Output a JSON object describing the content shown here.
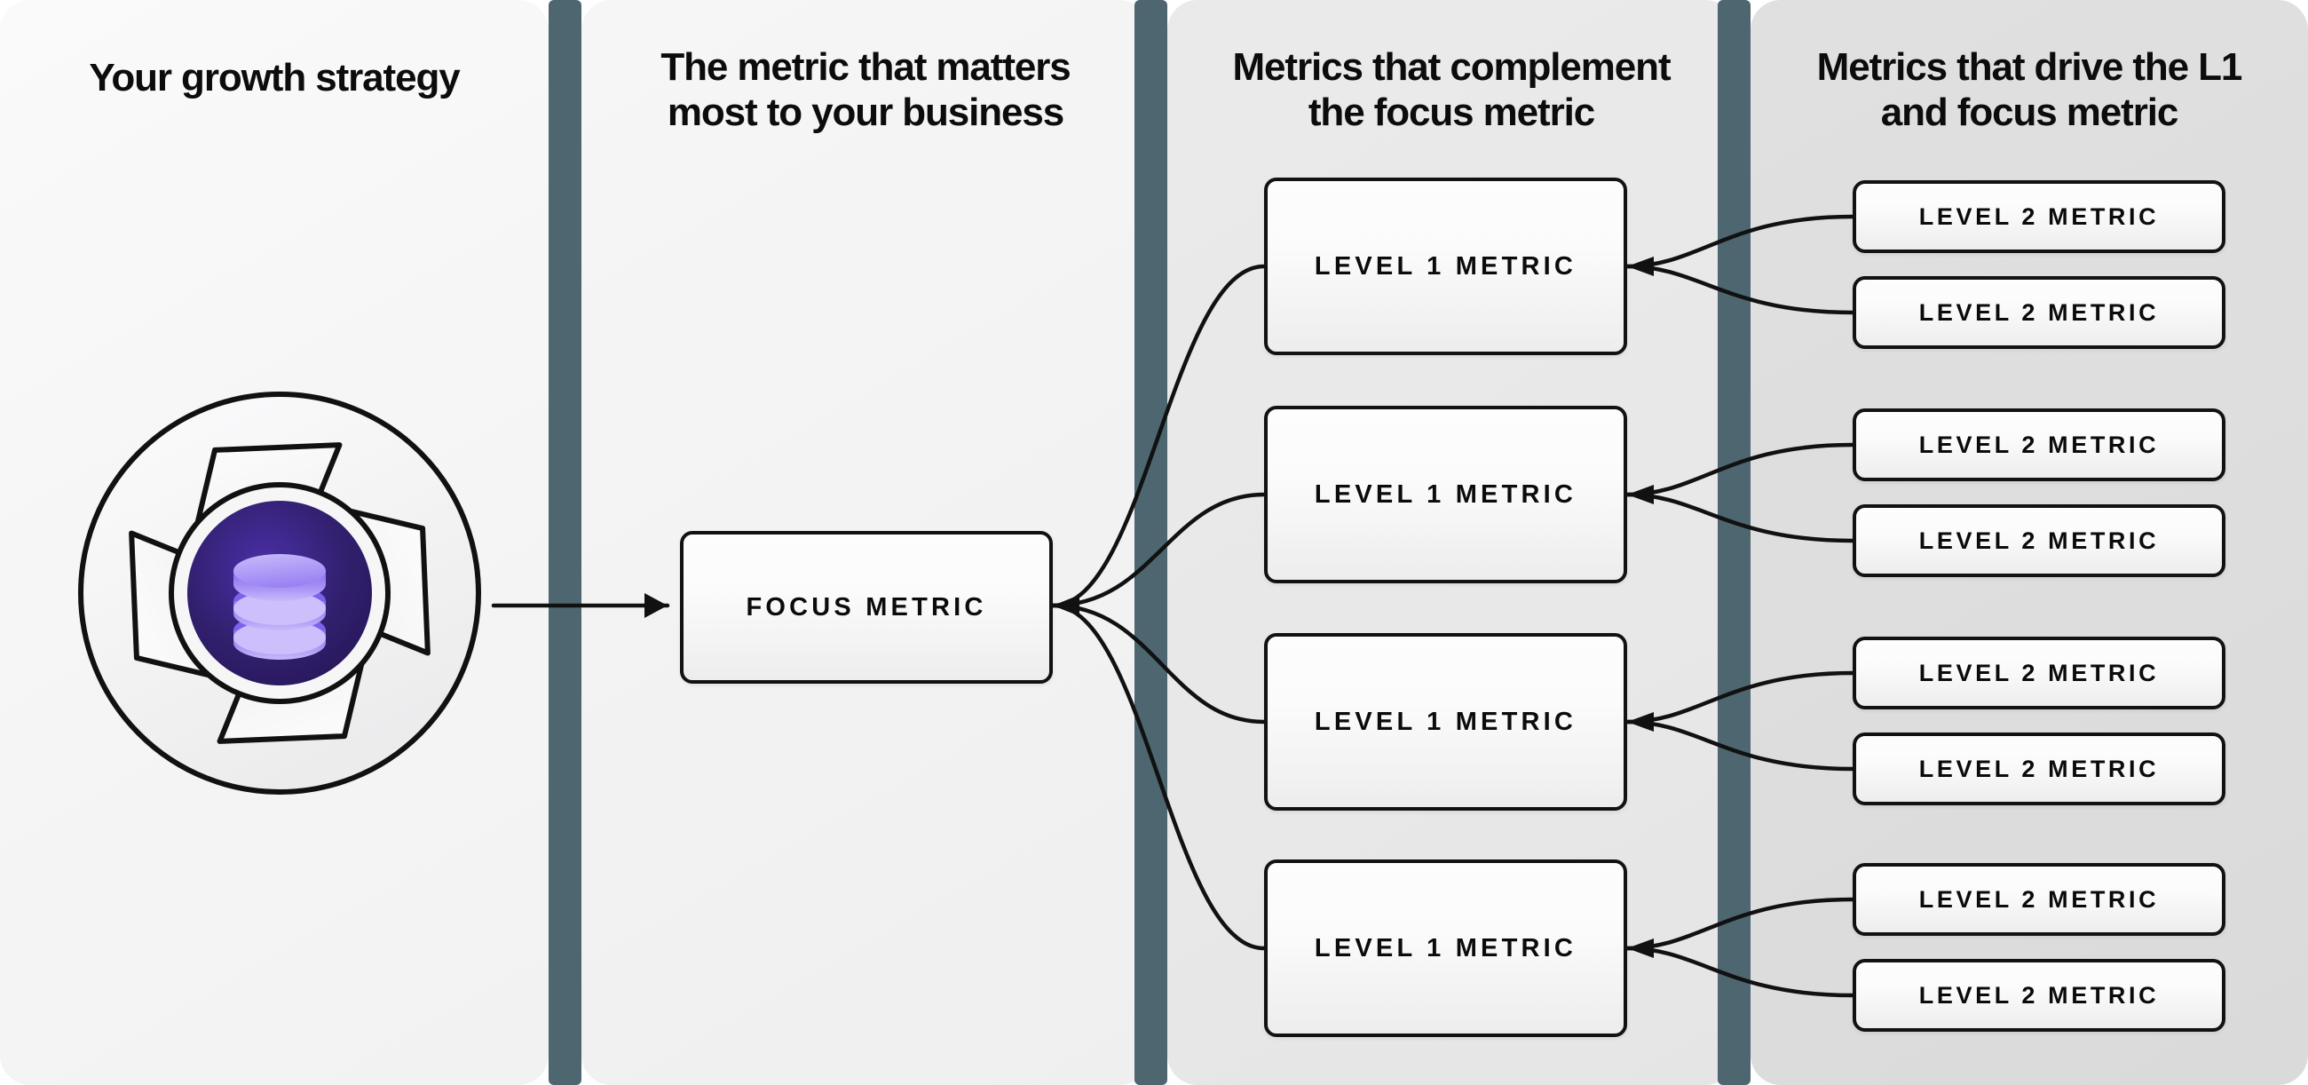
{
  "theme": {
    "divider_color": "#4d6670",
    "box_border_color": "#121212",
    "text_color": "#0b0b0b",
    "emblem_core_color": "#2d1b69",
    "emblem_icon_color": "#8b6df0"
  },
  "columns": [
    {
      "id": "growth-strategy",
      "header": "Your growth strategy"
    },
    {
      "id": "focus-metric",
      "header": "The metric that matters\nmost to your business"
    },
    {
      "id": "level-1-metrics",
      "header": "Metrics that complement\nthe focus metric"
    },
    {
      "id": "level-2-metrics",
      "header": "Metrics that drive the L1\nand focus metric"
    }
  ],
  "emblem": {
    "name": "growth-strategy-wheel",
    "icon": "database-icon",
    "petal_count": 4
  },
  "focus": {
    "label": "FOCUS METRIC"
  },
  "level1": [
    {
      "label": "LEVEL 1 METRIC"
    },
    {
      "label": "LEVEL 1 METRIC"
    },
    {
      "label": "LEVEL 1 METRIC"
    },
    {
      "label": "LEVEL 1 METRIC"
    }
  ],
  "level2": [
    {
      "label": "LEVEL 2 METRIC"
    },
    {
      "label": "LEVEL 2 METRIC"
    },
    {
      "label": "LEVEL 2 METRIC"
    },
    {
      "label": "LEVEL 2 METRIC"
    },
    {
      "label": "LEVEL 2 METRIC"
    },
    {
      "label": "LEVEL 2 METRIC"
    },
    {
      "label": "LEVEL 2 METRIC"
    },
    {
      "label": "LEVEL 2 METRIC"
    }
  ]
}
